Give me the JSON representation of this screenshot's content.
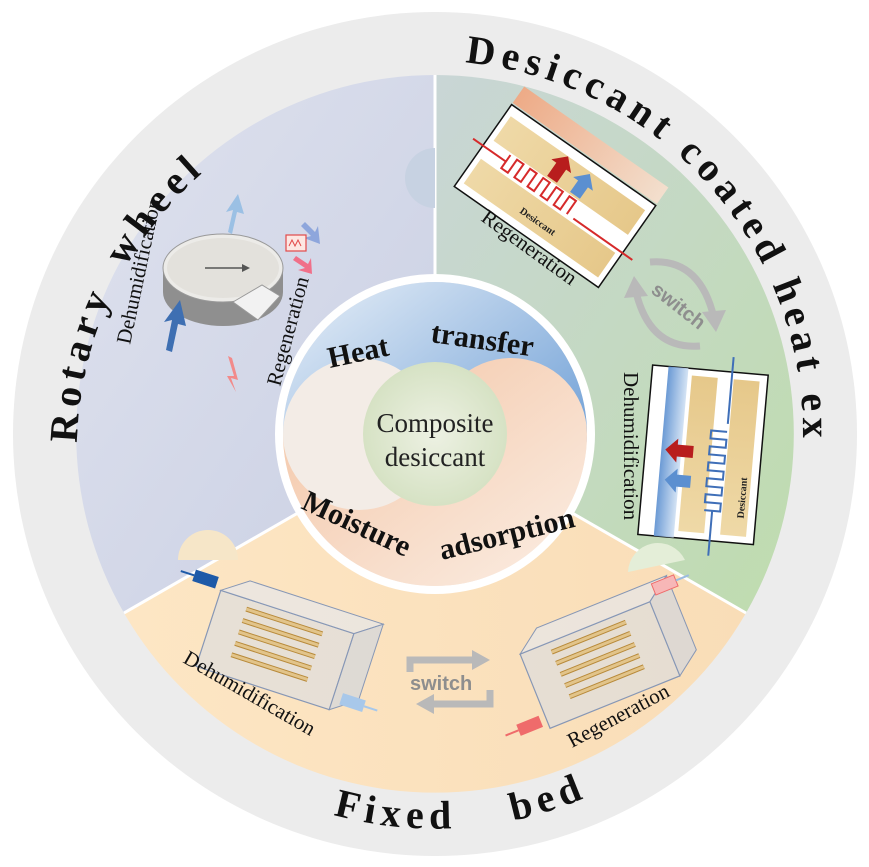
{
  "sections": {
    "rotary_wheel": {
      "title": "Rotary wheel",
      "word_1": "Rotary",
      "word_2": "wheel",
      "dehumidification": "Dehumidification",
      "regeneration": "Regeneration"
    },
    "dche": {
      "title": "Desiccant coated heat exchanger",
      "regeneration": "Regeneration",
      "dehumidification": "Dehumidification",
      "desiccant_label": "Desiccant",
      "switch": "switch"
    },
    "fixed_bed": {
      "title": "Fixed bed",
      "word_1": "Fixed",
      "word_2": "bed",
      "dehumidification": "Dehumidification",
      "regeneration": "Regeneration",
      "switch": "switch"
    }
  },
  "center": {
    "heat_1": "Heat",
    "heat_2": "transfer",
    "moisture_1": "Moisture",
    "moisture_2": "adsorption",
    "core_line1": "Composite",
    "core_line2": "desiccant"
  },
  "colors": {
    "outer_ring": "#ececec",
    "rotary_bg": "#d5dae9",
    "dche_bg": "#cfe2c6",
    "fixed_bed_bg": "#fbe2bf",
    "heat_blue": "#6f9fd6",
    "moisture_orange": "#eda67d",
    "core_green": "#dfe8cf"
  },
  "icons": [
    "wheel-icon",
    "heat-exchanger-icon",
    "fixed-bed-icon",
    "heater-icon",
    "arrow-icon"
  ]
}
